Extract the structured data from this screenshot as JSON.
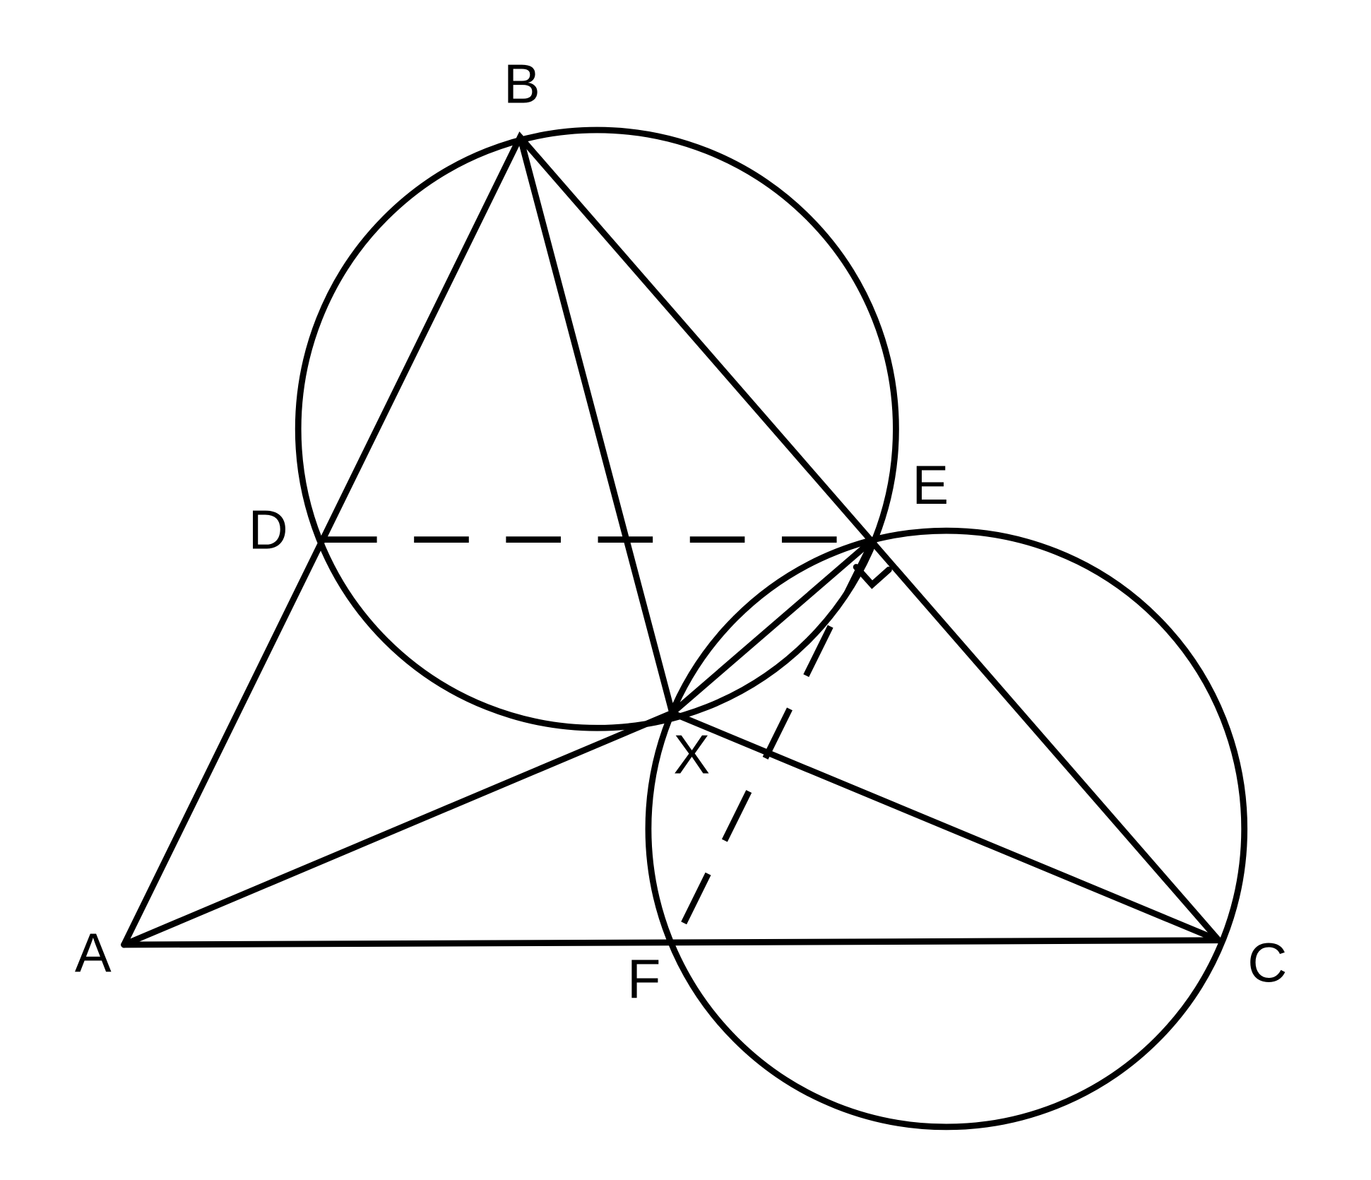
{
  "labels": {
    "A": "A",
    "B": "B",
    "C": "C",
    "D": "D",
    "E": "E",
    "F": "F",
    "X": "X"
  },
  "colors": {
    "stroke": "#000000",
    "background": "#ffffff"
  }
}
